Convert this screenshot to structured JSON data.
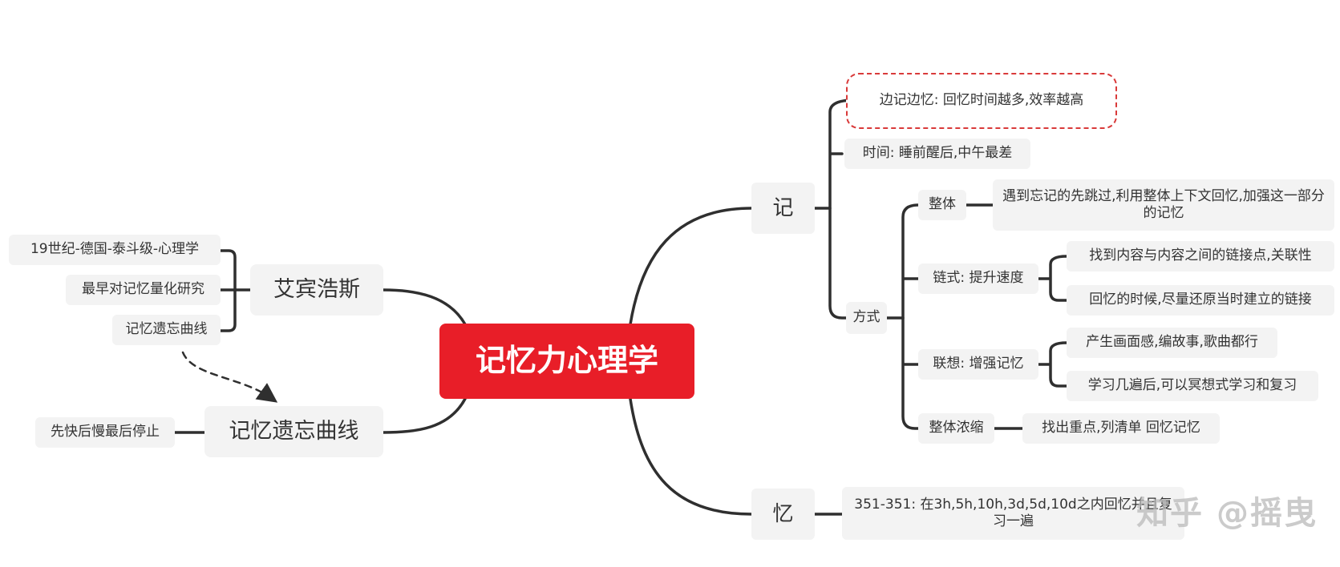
{
  "root": "记忆力心理学",
  "left": {
    "ebbinghaus": {
      "label": "艾宾浩斯",
      "children": [
        "19世纪-德国-泰斗级-心理学",
        "最早对记忆量化研究",
        "记忆遗忘曲线"
      ]
    },
    "curve": {
      "label": "记忆遗忘曲线",
      "child": "先快后慢最后停止"
    }
  },
  "right": {
    "ji": {
      "label": "记",
      "children": {
        "recall_while_memorizing": "边记边忆: 回忆时间越多,效率越高",
        "time": "时间: 睡前醒后,中午最差",
        "method": {
          "label": "方式",
          "whole": {
            "label": "整体",
            "child": "遇到忘记的先跳过,利用整体上下文回忆,加强这一部分的记忆"
          },
          "chain": {
            "label": "链式: 提升速度",
            "children": [
              "找到内容与内容之间的链接点,关联性",
              "回忆的时候,尽量还原当时建立的链接"
            ]
          },
          "association": {
            "label": "联想: 增强记忆",
            "children": [
              "产生画面感,编故事,歌曲都行",
              "学习几遍后,可以冥想式学习和复习"
            ]
          },
          "condense": {
            "label": "整体浓缩",
            "child": "找出重点,列清单 回忆记忆"
          }
        }
      }
    },
    "yi": {
      "label": "忆",
      "child": "351-351: 在3h,5h,10h,3d,5d,10d之内回忆并且复习一遍"
    }
  },
  "watermark": "知乎 @摇曳",
  "colors": {
    "root": "#e81e28",
    "line": "#2f2f2f",
    "node_bg": "#f3f3f3",
    "highlight_border": "#d93a3a"
  }
}
